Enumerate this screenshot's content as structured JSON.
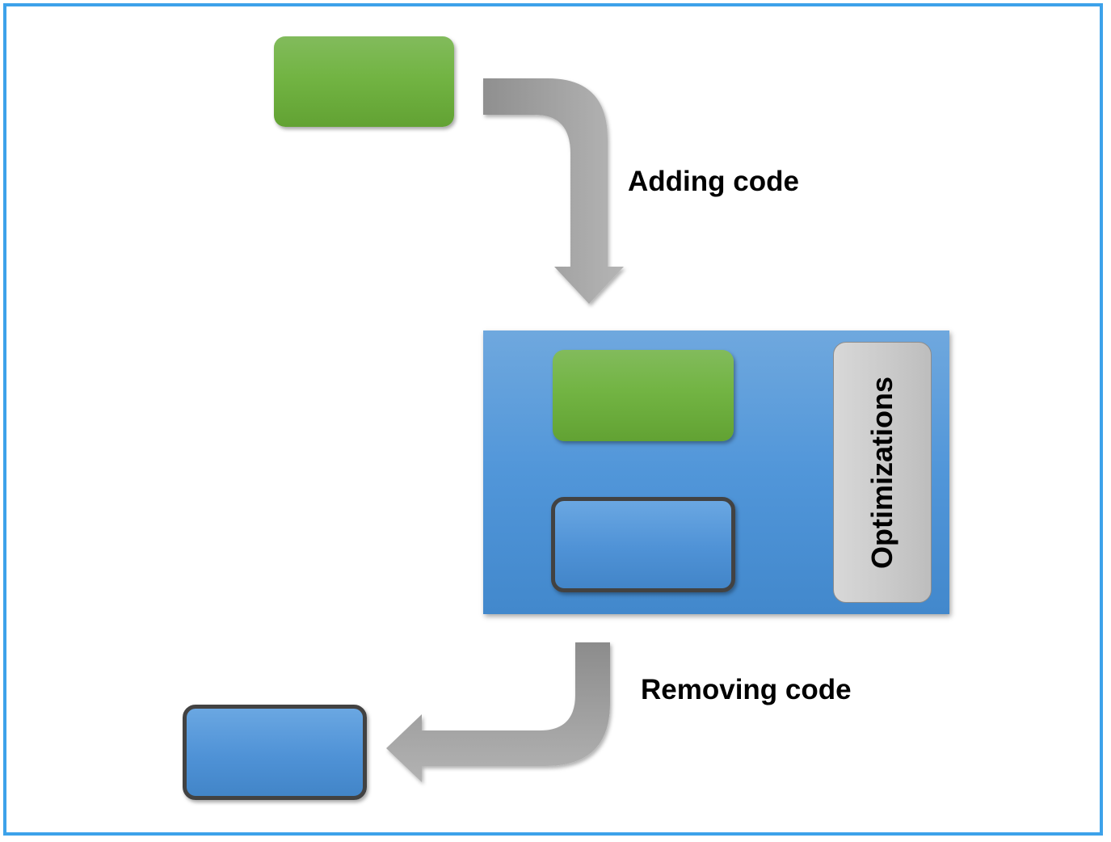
{
  "diagram": {
    "labels": {
      "adding": "Adding code",
      "removing": "Removing code",
      "optimizations": "Optimizations"
    },
    "colors": {
      "frame": "#3da2ea",
      "green": "#72b443",
      "blue": "#5196d9",
      "gray_arrow": "#a6a6a6",
      "optimizations_box": "#c9c9c9"
    }
  }
}
